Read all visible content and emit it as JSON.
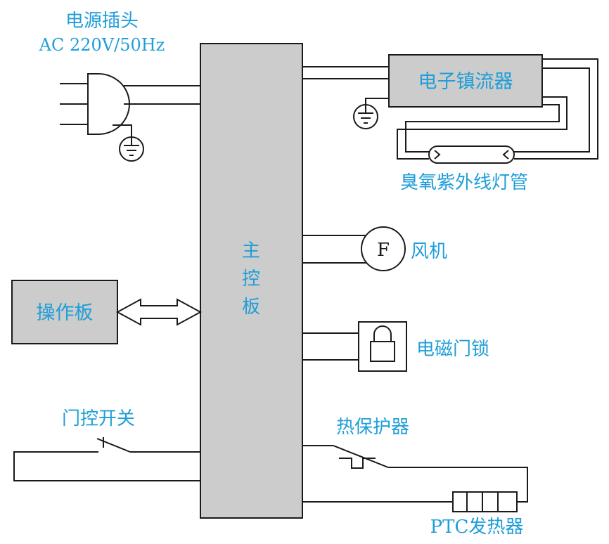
{
  "labels": {
    "power_plug": "电源插头",
    "power_spec": "AC 220V/50Hz",
    "ballast": "电子镇流器",
    "uv_lamp": "臭氧紫外线灯管",
    "main_board_1": "主",
    "main_board_2": "控",
    "main_board_3": "板",
    "fan_symbol": "F",
    "fan": "风机",
    "control_panel": "操作板",
    "door_lock": "电磁门锁",
    "door_switch": "门控开关",
    "thermal_protector": "热保护器",
    "ptc_heater": "PTC发热器"
  },
  "colors": {
    "label": "#1f9ed8",
    "box_fill": "#cccccc",
    "line": "#1a1a1a"
  }
}
